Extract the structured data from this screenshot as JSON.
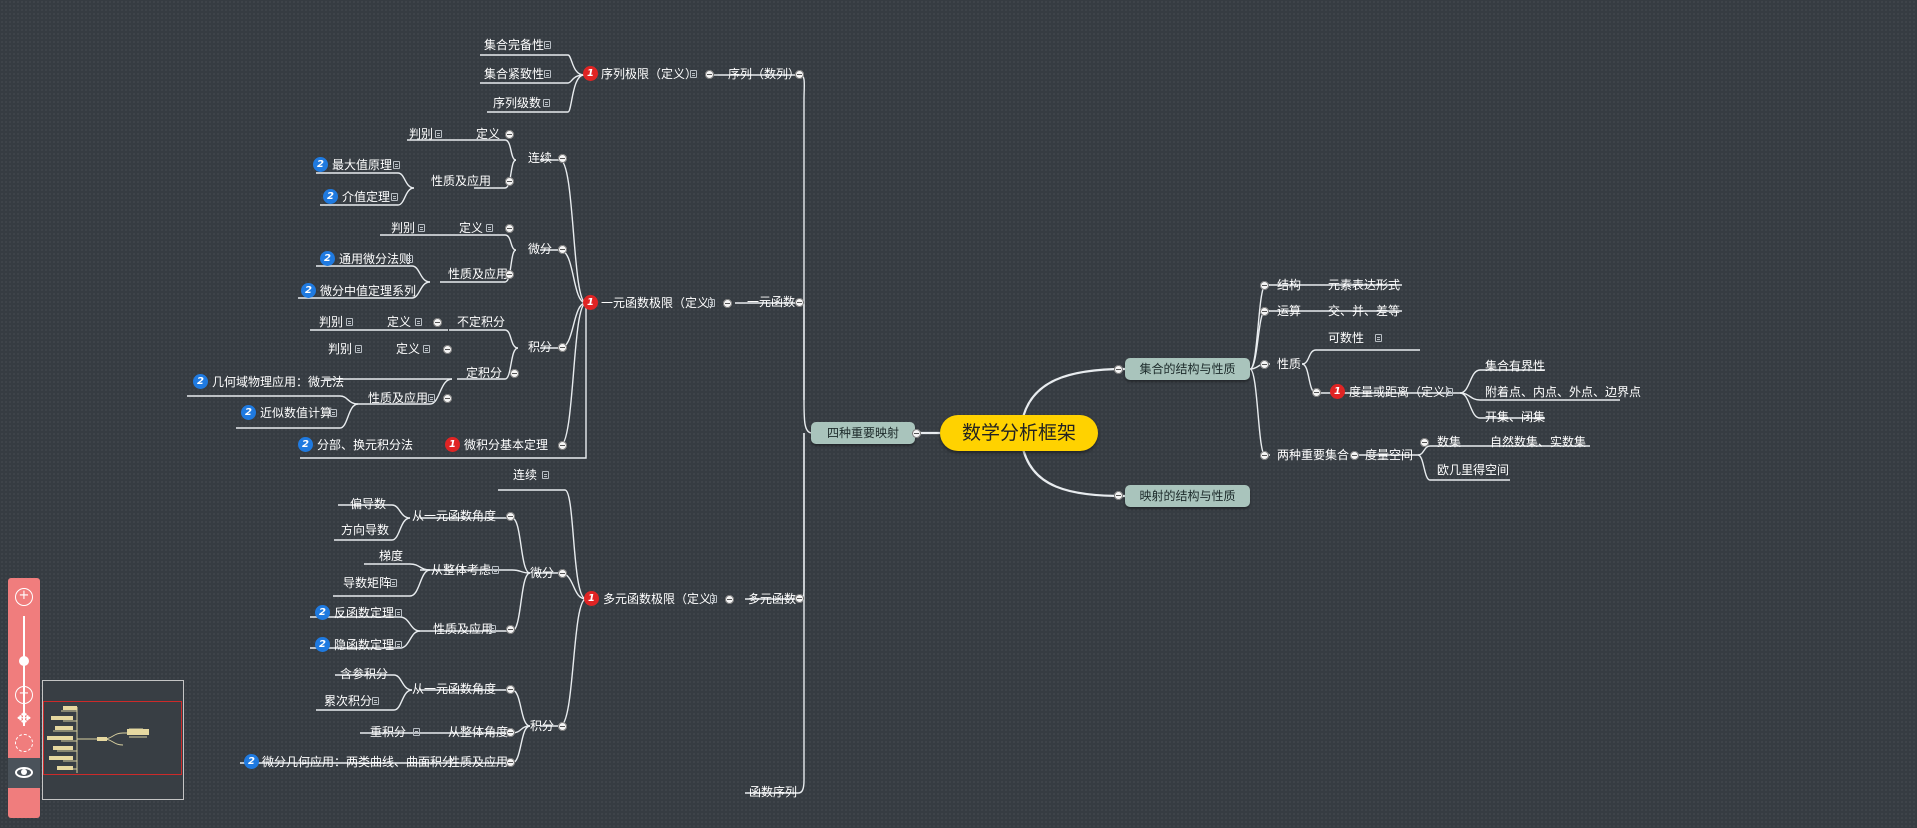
{
  "app": {
    "title": "数学分析框架"
  },
  "colors": {
    "root": "#ffd200",
    "main": "#a9c4bc",
    "priority1": "#e02424",
    "priority2": "#1f7ae0",
    "background": "#363c42"
  },
  "root": {
    "label": "数学分析框架"
  },
  "left": {
    "main_label": "四种重要映射",
    "seq": {
      "label": "序列（数列）",
      "limit": "序列极限（定义）",
      "limit_badge": "1",
      "items": [
        "集合完备性",
        "集合紧致性",
        "序列级数"
      ]
    },
    "single": {
      "label": "一元函数",
      "limit": "一元函数极限（定义）",
      "limit_badge": "1",
      "continuity": {
        "label": "连续",
        "def": "定义",
        "judge": "判别",
        "props": "性质及应用",
        "max": "最大值原理",
        "ivt": "介值定理"
      },
      "diff": {
        "label": "微分",
        "def": "定义",
        "judge": "判别",
        "props": "性质及应用",
        "rules": "通用微分法则",
        "mvt": "微分中值定理系列"
      },
      "integral": {
        "label": "积分",
        "indef": "不定积分",
        "indef_def": "定义",
        "indef_judge": "判别",
        "def_int": "定积分",
        "def_int_def": "定义",
        "def_int_judge": "判别",
        "props": "性质及应用",
        "physics": "几何域物理应用：微元法",
        "numeric": "近似数值计算"
      },
      "ftc": "微积分基本定理",
      "ftc_badge": "1",
      "parts": "分部、换元积分法"
    },
    "multi": {
      "label": "多元函数",
      "limit": "多元函数极限（定义）",
      "limit_badge": "1",
      "continuity": "连续",
      "diff": {
        "label": "微分",
        "from_single": "从一元函数角度",
        "partial": "偏导数",
        "directional": "方向导数",
        "whole": "从整体考虑",
        "gradient": "梯度",
        "jacobian": "导数矩阵",
        "props": "性质及应用",
        "inverse": "反函数定理",
        "implicit": "隐函数定理"
      },
      "integral": {
        "label": "积分",
        "from_single": "从一元函数角度",
        "param": "含参积分",
        "iterated": "累次积分",
        "whole": "从整体角度",
        "multiple": "重积分",
        "props": "性质及应用",
        "geom": "微分几何应用：两类曲线、曲面积分"
      }
    },
    "func_seq": "函数序列"
  },
  "right": {
    "sets": {
      "label": "集合的结构与性质",
      "structure": "结构",
      "structure_val": "元素表达形式",
      "ops": "运算",
      "ops_val": "交、并、差等",
      "props": "性质",
      "countable": "可数性",
      "metric": "度量或距离（定义）",
      "metric_badge": "1",
      "bounded": "集合有界性",
      "points": "附着点、内点、外点、边界点",
      "openclosed": "开集、闭集",
      "two_sets": "两种重要集合",
      "metric_space": "度量空间",
      "number_set": "数集",
      "reals": "自然数集、实数集",
      "euclid": "欧几里得空间"
    },
    "maps": {
      "label": "映射的结构与性质"
    }
  },
  "toolbar": {
    "zoom_in": "+",
    "zoom_out": "−",
    "move_icon": "move-icon",
    "fit_icon": "fit-icon",
    "view_icon": "eye-icon"
  }
}
